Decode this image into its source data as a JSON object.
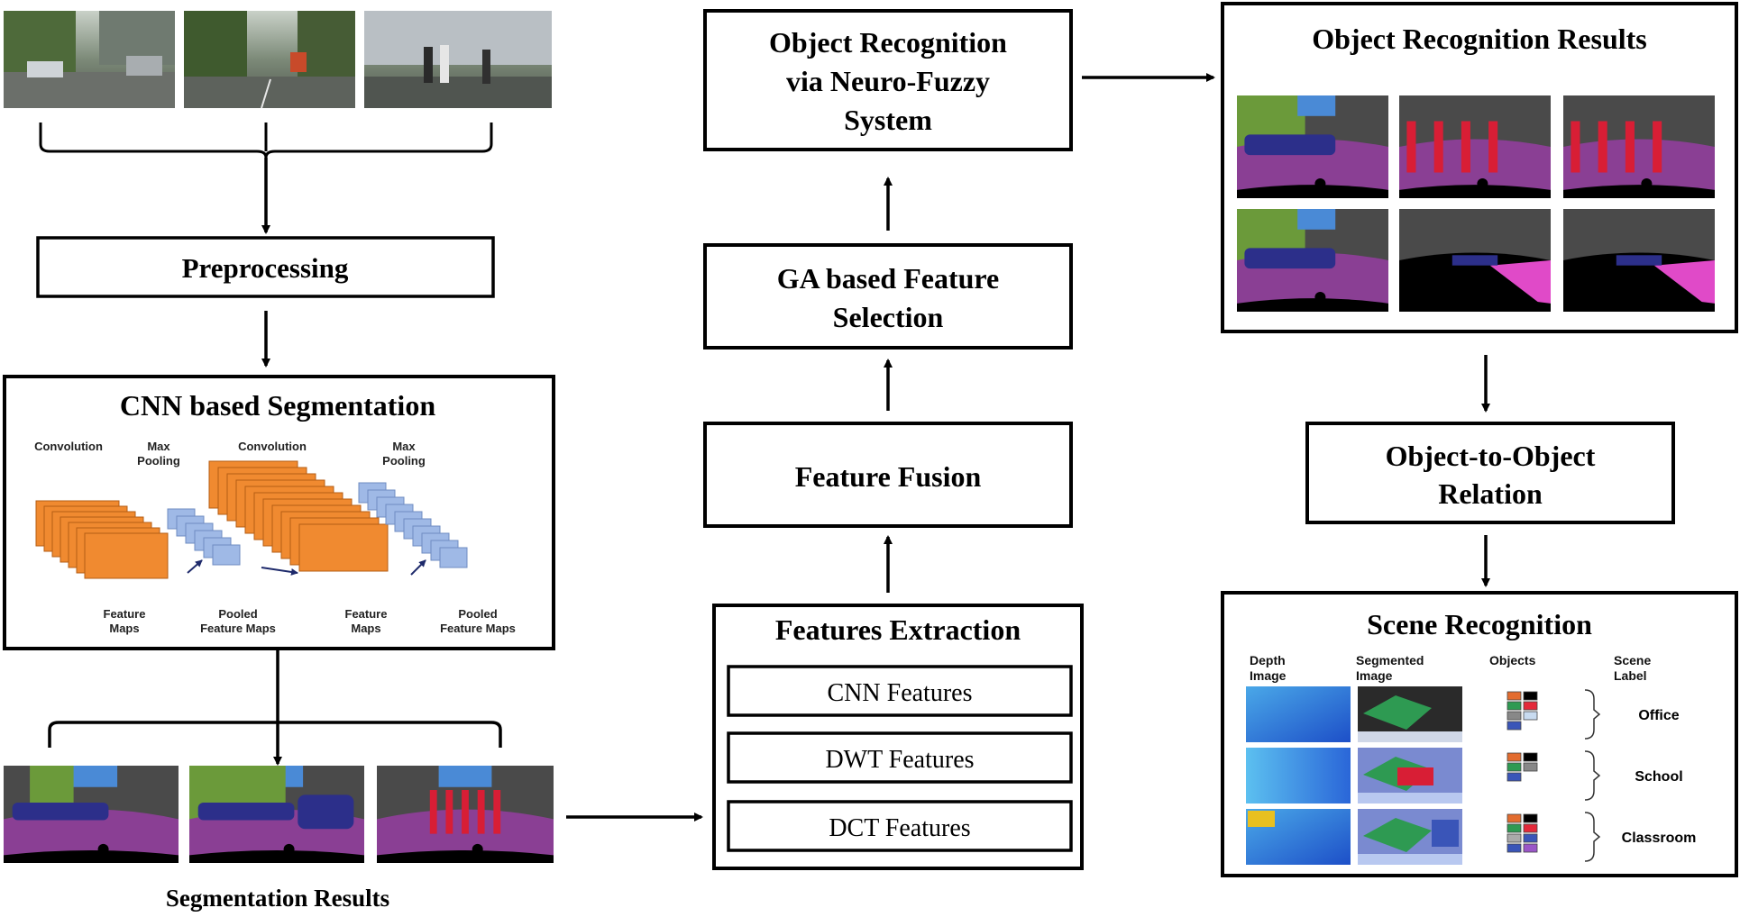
{
  "boxes": {
    "preprocessing": "Preprocessing",
    "cnn_title": "CNN based Segmentation",
    "segmentation_results": "Segmentation Results",
    "object_recognition_line1": "Object Recognition",
    "object_recognition_line2": "via Neuro-Fuzzy",
    "object_recognition_line3": "System",
    "ga_line1": "GA based Feature",
    "ga_line2": "Selection",
    "feature_fusion": "Feature Fusion",
    "features_extraction": "Features Extraction",
    "cnn_features": "CNN Features",
    "dwt_features": "DWT Features",
    "dct_features": "DCT Features",
    "object_recognition_results": "Object Recognition Results",
    "o2o_line1": "Object-to-Object",
    "o2o_line2": "Relation",
    "scene_recognition": "Scene Recognition"
  },
  "cnn_diagram": {
    "convolution_1": "Convolution",
    "maxpool_1_line1": "Max",
    "maxpool_1_line2": "Pooling",
    "convolution_2": "Convolution",
    "maxpool_2_line1": "Max",
    "maxpool_2_line2": "Pooling",
    "feature_maps_1_line1": "Feature",
    "feature_maps_1_line2": "Maps",
    "pooled_1_line1": "Pooled",
    "pooled_1_line2": "Feature Maps",
    "feature_maps_2_line1": "Feature",
    "feature_maps_2_line2": "Maps",
    "pooled_2_line1": "Pooled",
    "pooled_2_line2": "Feature Maps"
  },
  "scene_table": {
    "col_depth_line1": "Depth",
    "col_depth_line2": "Image",
    "col_segmented_line1": "Segmented",
    "col_segmented_line2": "Image",
    "col_objects": "Objects",
    "col_label_line1": "Scene",
    "col_label_line2": "Label",
    "labels": [
      "Office",
      "School",
      "Classroom"
    ]
  },
  "colors": {
    "orange": "#f08a30",
    "blue_map": "#9fb9e6",
    "road_purple": "#8a3f94",
    "car_blue": "#2c2f8a",
    "vegetation": "#6b9a3a",
    "building": "#4a4a4a",
    "sky": "#4a8ad6",
    "person": "#d81e35",
    "sidewalk": "#e04ac8"
  }
}
